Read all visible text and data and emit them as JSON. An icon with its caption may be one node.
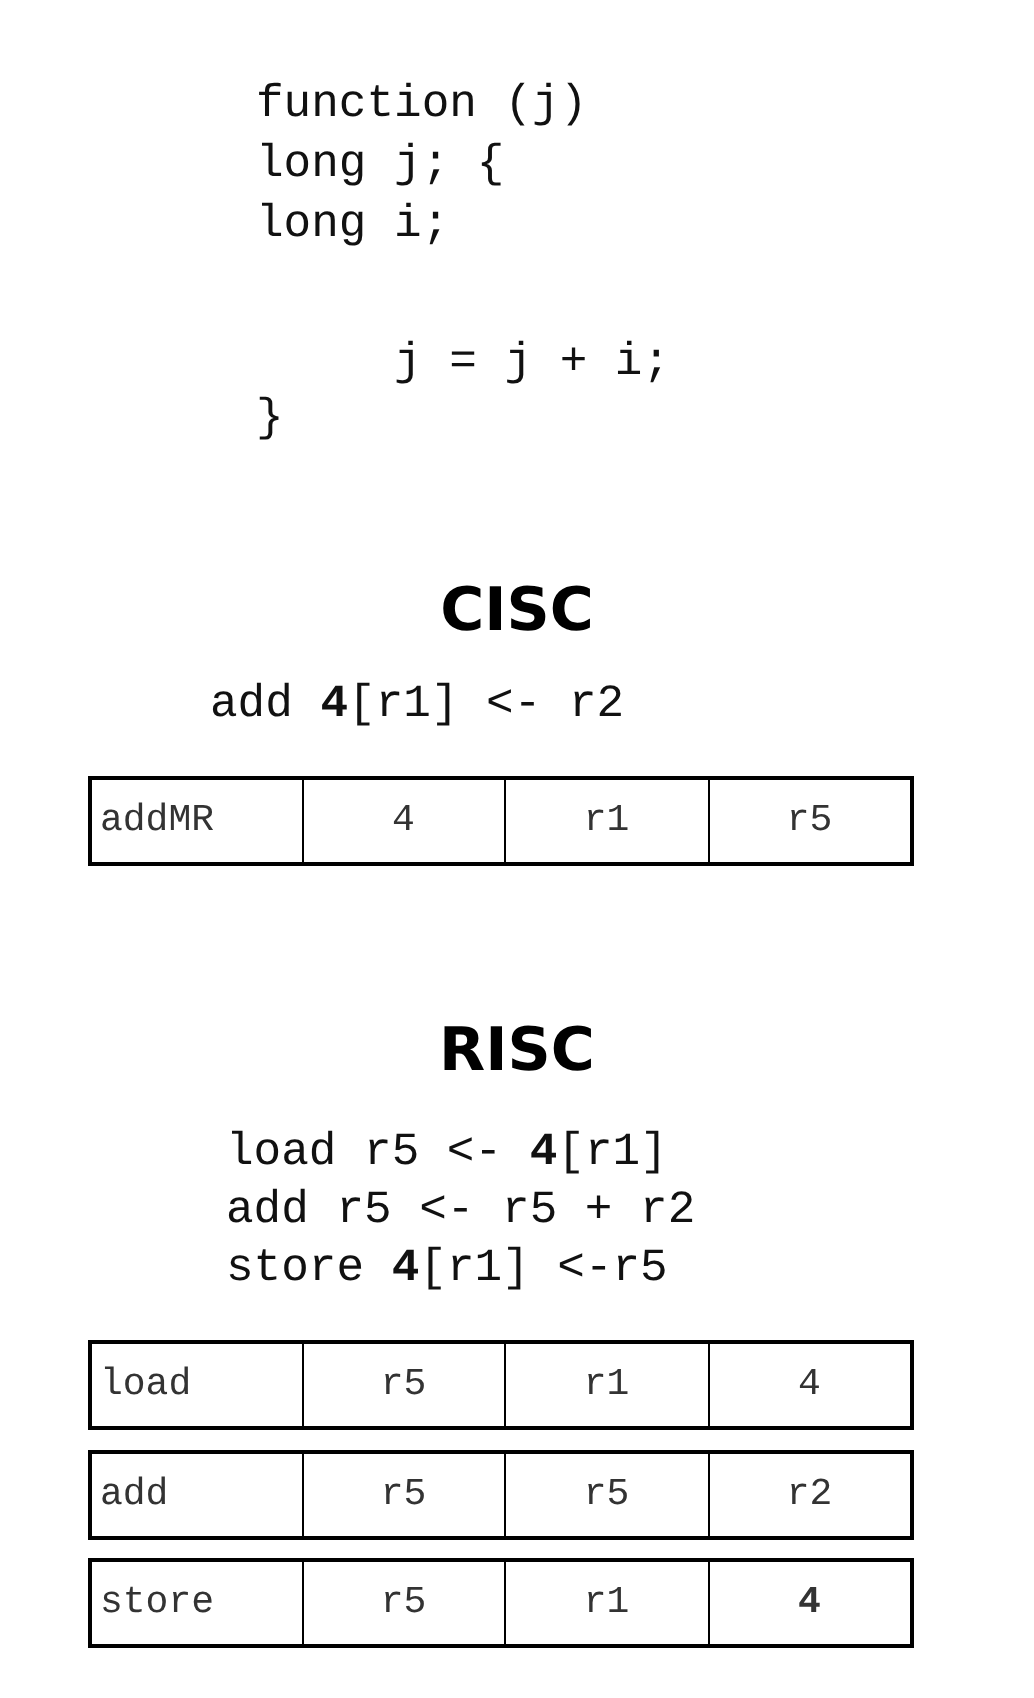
{
  "diagram": {
    "labels": [
      "function (j)",
      "long j; {",
      "long i;",
      "j = j + i;",
      "}",
      "CISC",
      "add **4**[r1] <- r2",
      "addMR",
      "4",
      "r1",
      "r5",
      "RISC",
      "load r5 <- **4**[r1]",
      "add r5 <- r5 + r2",
      "store **4**[r1] <-r5",
      "load",
      "r5",
      "r1",
      "4",
      "add",
      "r5",
      "r5",
      "r2",
      "store",
      "r5",
      "r1",
      "**4**"
    ]
  }
}
